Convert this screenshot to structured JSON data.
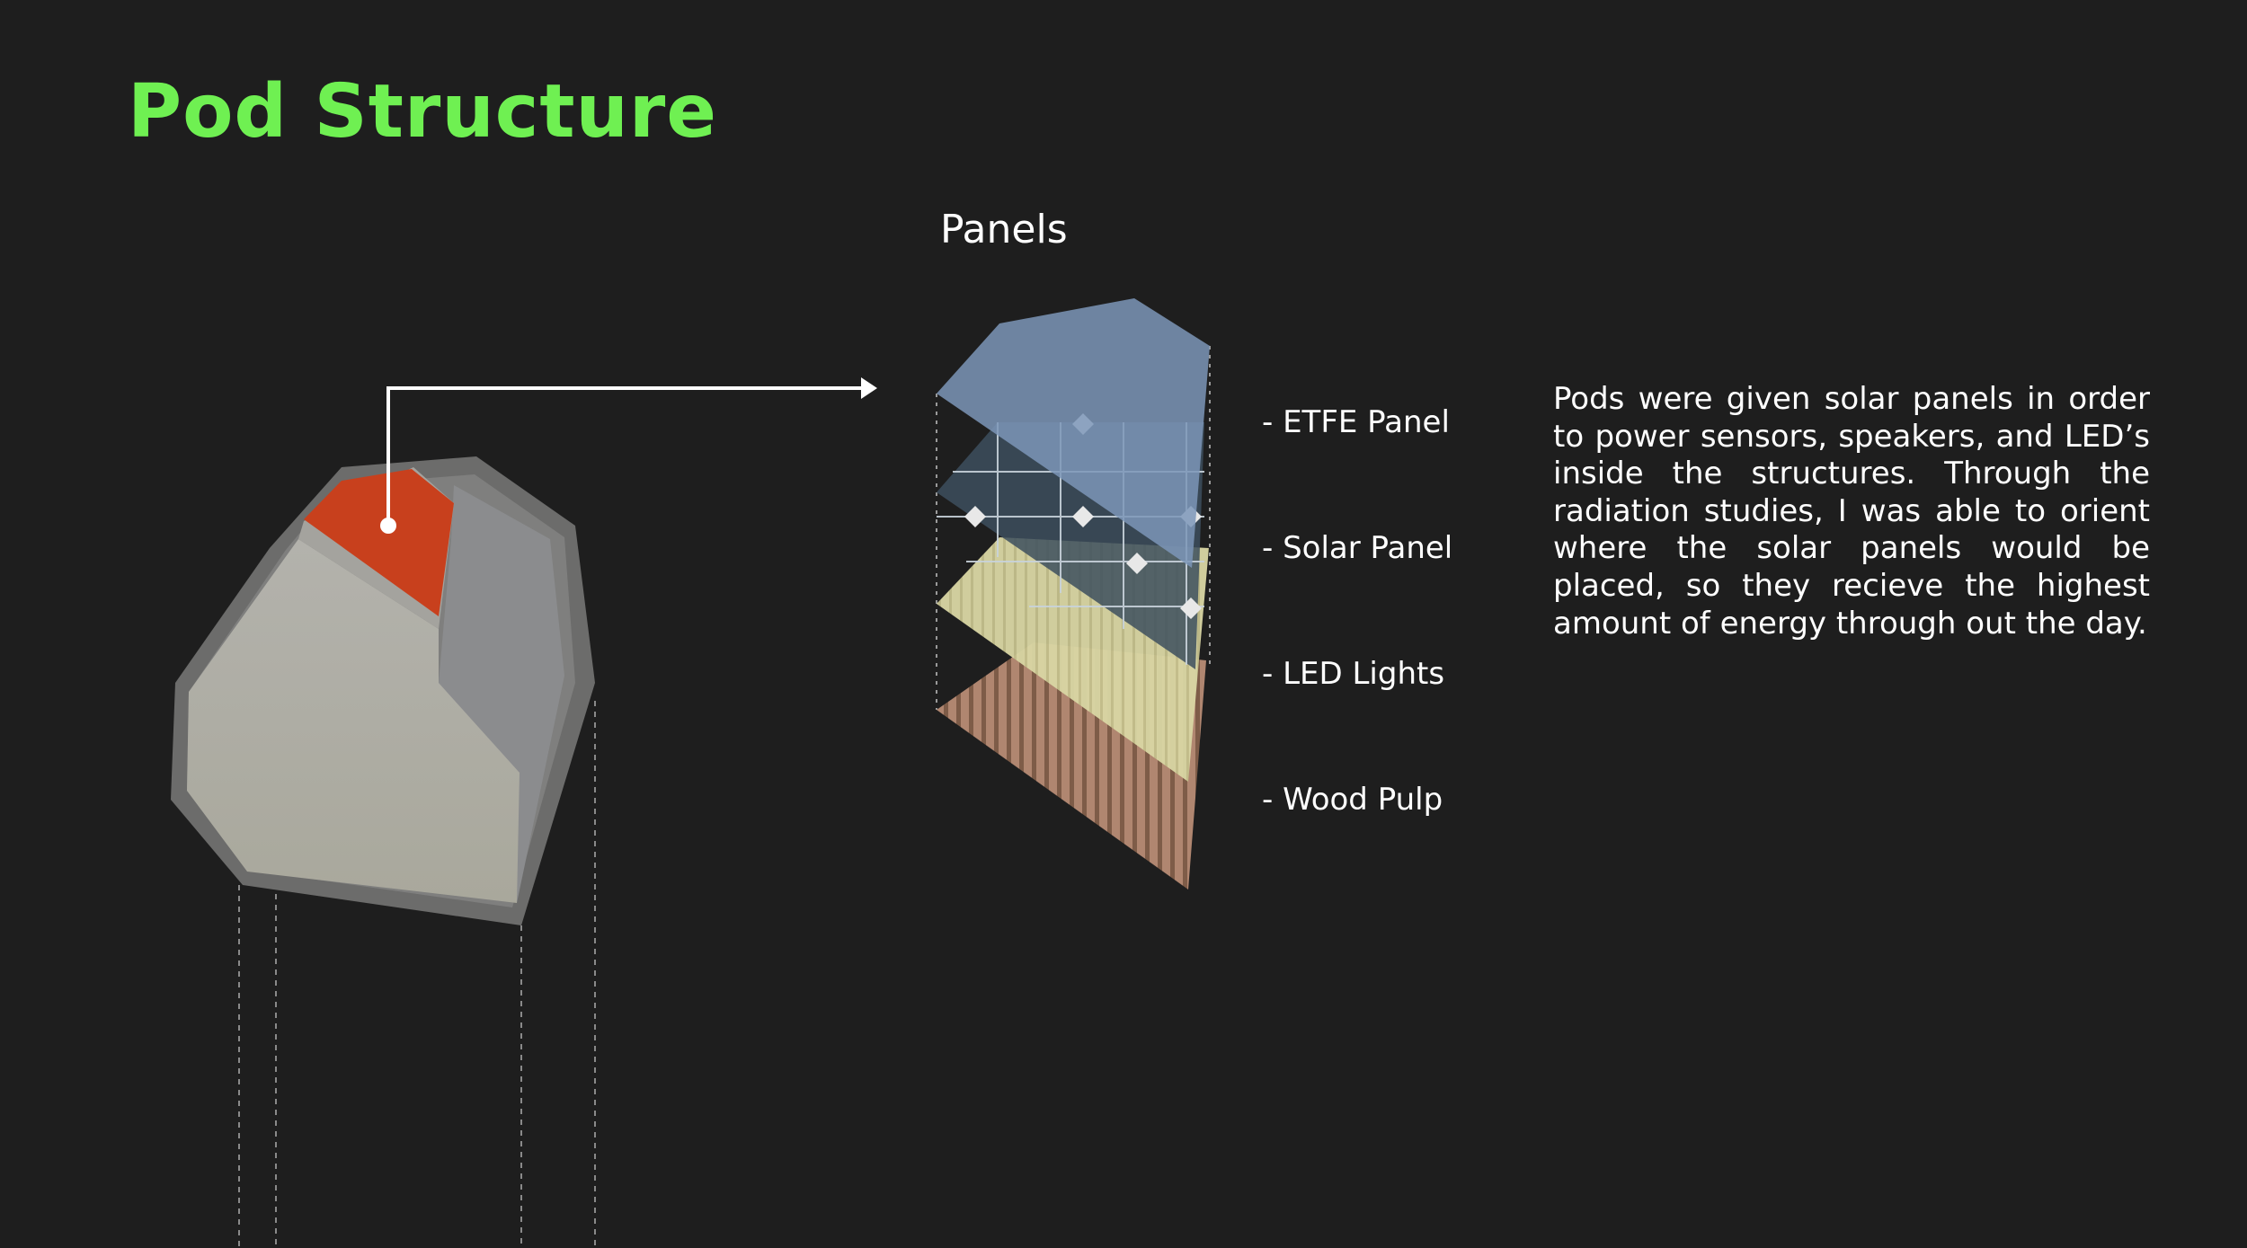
{
  "slide": {
    "title": "Pod Structure",
    "panels_heading": "Panels",
    "layers": [
      {
        "label": "- ETFE Panel"
      },
      {
        "label": "- Solar Panel"
      },
      {
        "label": "- LED Lights"
      },
      {
        "label": "- Wood Pulp"
      }
    ],
    "description": "Pods were given solar panels in order to power sensors, speakers, and LED’s inside the structures. Through the radiation studies, I was able to orient where the solar panels would be placed, so they recieve the highest amount of energy through out the day."
  },
  "colors": {
    "background": "#1e1e1e",
    "title": "#6ff052",
    "highlight_panel": "#c8401d",
    "etfe": "#7d96b8",
    "led": "#d6d4a0",
    "wood": "#b88a72"
  }
}
